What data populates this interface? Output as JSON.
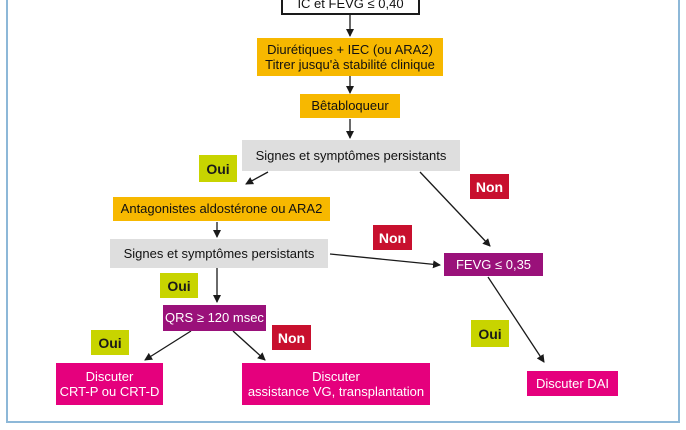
{
  "nodes": {
    "start": "IC et FEVG ≤ 0,40",
    "diuretics_line1": "Diurétiques + IEC (ou ARA2)",
    "diuretics_line2": "Titrer jusqu'à stabilité clinique",
    "beta": "Bêtabloqueur",
    "signs1": "Signes et symptômes persistants",
    "antagonists": "Antagonistes aldostérone ou ARA2",
    "signs2": "Signes et symptômes persistants",
    "qrs": "QRS ≥ 120 msec",
    "fevg": "FEVG ≤ 0,35",
    "crt_line1": "Discuter",
    "crt_line2": "CRT-P ou CRT-D",
    "assist_line1": "Discuter",
    "assist_line2": "assistance VG, transplantation",
    "dai": "Discuter DAI"
  },
  "labels": {
    "oui_1": "Oui",
    "non_1": "Non",
    "non_2": "Non",
    "oui_2": "Oui",
    "oui_3": "Oui",
    "non_3": "Non",
    "oui_4": "Oui"
  },
  "colors": {
    "frame": "#8db8d8",
    "orange": "#f7b800",
    "grey": "#dedede",
    "purple": "#9a117a",
    "pink": "#e5007d",
    "yes": "#c8d400",
    "no": "#c8102e"
  }
}
